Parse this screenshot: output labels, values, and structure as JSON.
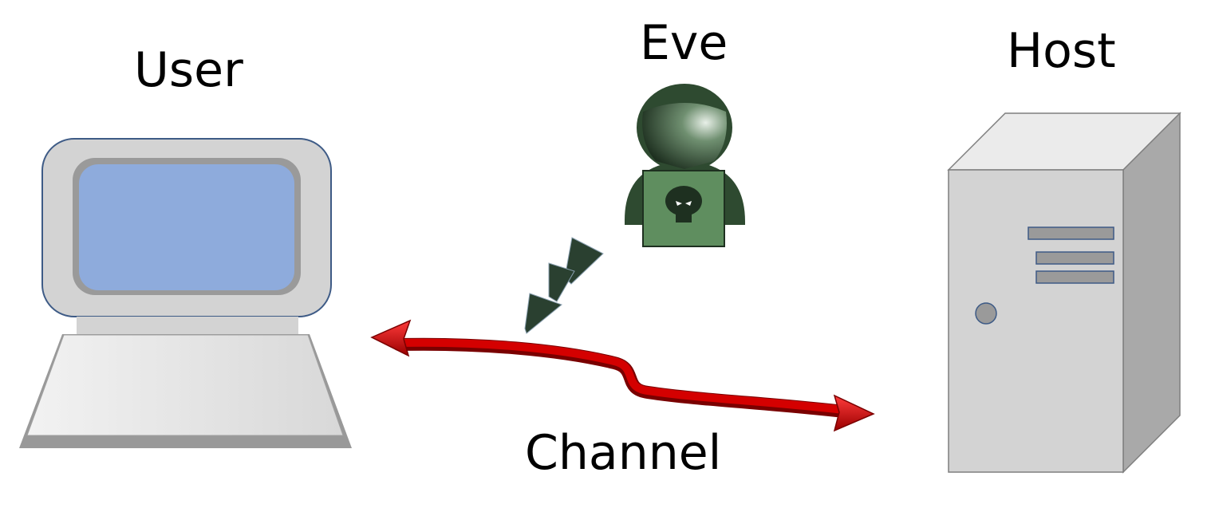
{
  "labels": {
    "user": "User",
    "eve": "Eve",
    "host": "Host",
    "channel": "Channel"
  },
  "colors": {
    "screen": "#8eabdc",
    "case_gray": "#d3d3d3",
    "case_outline": "#3e5b86",
    "attacker_green": "#2e4a30",
    "attacker_shirt": "#5f8e5f",
    "channel_red": "#c00000",
    "bolt_green": "#2a4030"
  },
  "icons": {
    "user": "computer-terminal-icon",
    "eve": "hooded-attacker-icon",
    "host": "server-tower-icon",
    "attack": "lightning-bolt-icon",
    "channel": "double-arrow-icon"
  }
}
